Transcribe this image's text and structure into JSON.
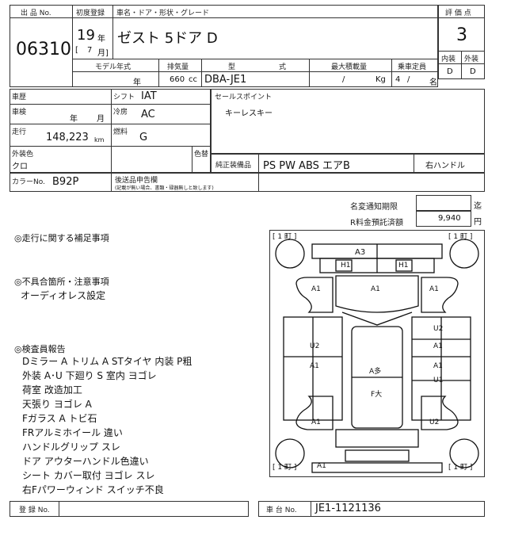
{
  "header": {
    "lot_label": "出 品 No.",
    "lot_no": "06310",
    "first_reg_label": "初度登録",
    "year": "19",
    "year_unit": "年",
    "month_prefix": "[",
    "month": "7",
    "month_unit": "月]",
    "name_label": "車名・ドア・形状・グレード",
    "name_value": "ゼスト 5ドア  D",
    "grade_label": "評 価 点",
    "grade_value": "3",
    "interior_label": "内装",
    "exterior_label": "外装",
    "interior_value": "D",
    "exterior_value": "D"
  },
  "spec_row": {
    "model_year_label": "モデル年式",
    "model_year_unit": "年",
    "displacement_label": "排気量",
    "displacement_value": "660",
    "displacement_unit": "cc",
    "model_label": "型",
    "model_label_2": "式",
    "model_value": "DBA-JE1",
    "max_load_label": "最大積載量",
    "max_load_value": "/",
    "max_load_unit": "Kg",
    "capacity_label": "乗車定員",
    "capacity_value": "4",
    "capacity_sep": "/",
    "capacity_unit": "名"
  },
  "info": {
    "history_label": "車歴",
    "shift_label": "シフト",
    "shift_value": "IAT",
    "inspection_label": "車検",
    "inspection_year_unit": "年",
    "inspection_month_unit": "月",
    "aircon_label": "冷房",
    "aircon_value": "AC",
    "mileage_label": "走行",
    "mileage_value": "148,223",
    "mileage_unit": "km",
    "fuel_label": "燃料",
    "fuel_value": "G",
    "exterior_color_label": "外装色",
    "exterior_color_value": "クロ",
    "color_change_label": "色替",
    "color_no_label": "カラーNo.",
    "color_no_value": "B92P",
    "sales_point_label": "セールスポイント",
    "sales_point_value": "キーレスキー",
    "equipment_label": "純正装備品",
    "equipment_value": "PS  PW  ABS  エアB",
    "handle_value": "右ハンドル",
    "later_doc_label": "後送品申告欄",
    "later_doc_note": "(記載が無い場合、書類・碌器無しと致します)"
  },
  "fees": {
    "name_change_label": "名変通知期限",
    "name_change_value": "",
    "name_change_unit": "迄",
    "recycle_label": "R料金預託済額",
    "recycle_value": "9,940",
    "recycle_unit": "円"
  },
  "notes": {
    "driving_title": "◎走行に関する補足事項",
    "defects_title": "◎不具合箇所・注意事項",
    "defects_items": [
      "オーディオレス設定"
    ],
    "inspector_title": "◎検査員報告",
    "inspector_items": [
      "Dミラー A  トリム A  STタイヤ   内装 P粗",
      "外装 A･U  下廻り S  室内 ヨゴレ",
      "荷室 改造加工",
      "天張り ヨゴレ A",
      "Fガラス A トビ石",
      "FRアルミホイール 違い",
      "ハンドルグリップ  スレ",
      "ドア アウターハンドル色違い",
      "シート カバー取付 ヨゴレ スレ",
      "右Fパワーウィンド スイッチ不良"
    ]
  },
  "diagram": {
    "corner_tl": "[  1  町 ]",
    "corner_tr": "[  1  町 ]",
    "corner_bl": "[  1  町 ]",
    "corner_br": "[  1  町 ]",
    "marks": {
      "roof_a3": "A3",
      "h1_left": "H1",
      "h1_right": "H1",
      "a1_fl": "A1",
      "a1_hood": "A1",
      "a1_fr": "A1",
      "u2_left": "U2",
      "u2_right_top": "U2",
      "a1_right_1": "A1",
      "a1_left_door": "A1",
      "a_multi": "A多",
      "a1_right_2": "A1",
      "u1_right": "U1",
      "f_large": "F大",
      "a1_rl": "A1",
      "u2_rr": "U2",
      "a1_rear": "A1"
    }
  },
  "footer": {
    "reg_no_label": "登 録 No.",
    "reg_no_value": "",
    "chassis_label": "車 台 No.",
    "chassis_value": "JE1-1121136"
  }
}
